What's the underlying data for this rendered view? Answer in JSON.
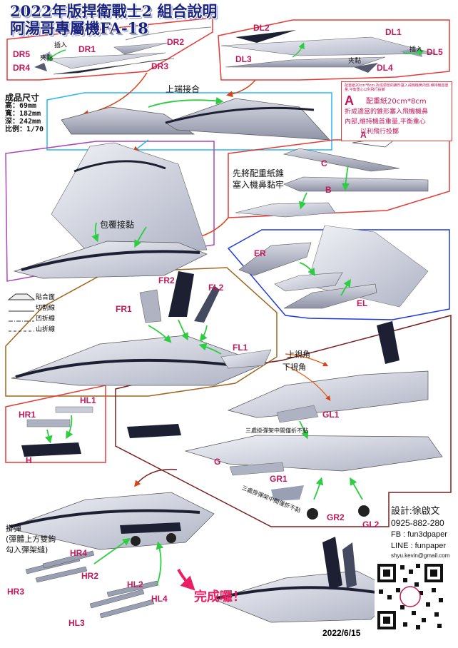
{
  "title": {
    "line1": "2022年版捍衛戰士2 組合說明",
    "line2": "阿湯哥專屬機FA-18"
  },
  "specs": {
    "heading": "成品尺寸",
    "height": "高：69mm",
    "width": "寬：182mm",
    "depth": "深：242mm",
    "scale": "比例：1/70"
  },
  "legend": [
    {
      "text": "貼合面"
    },
    {
      "text": "切割線"
    },
    {
      "text": "凹折線"
    },
    {
      "text": "山折線"
    }
  ],
  "parts": {
    "dr1": "DR1",
    "dr2": "DR2",
    "dr3": "DR3",
    "dr4": "DR4",
    "dr5": "DR5",
    "dl1": "DL1",
    "dl2": "DL2",
    "dl3": "DL3",
    "dl4": "DL4",
    "dl5": "DL5",
    "a": "A",
    "b": "B",
    "c": "C",
    "er": "ER",
    "el": "EL",
    "fr1": "FR1",
    "fr2": "FR2",
    "fl1": "FL1",
    "fl2": "FL2",
    "hr1": "HR1",
    "hl1": "HL1",
    "h": "H",
    "gl1": "GL1",
    "gl2": "GL2",
    "gr1": "GR1",
    "gr2": "GR2",
    "g": "G",
    "hr2": "HR2",
    "hr3": "HR3",
    "hr4": "HR4",
    "hl2": "HL2",
    "hl3": "HL3",
    "hl4": "HL4"
  },
  "notes": {
    "insert_r": "插入",
    "clip_r": "夾黏",
    "insert_l": "插入",
    "clip_l": "夾黏",
    "top_join": "上端接合",
    "wrap_glue": "包覆接黏",
    "weight_1": "先將配重紙錐",
    "weight_2": "塞入機鼻黏牢",
    "view_up": "上視角",
    "view_down": "下視角",
    "pylon_1": "三處掛彈架中間僅折不黏",
    "pylon_2": "三處掛彈架中間僅折不黏",
    "missile_1": "掛彈",
    "missile_2": "(彈體上方雙鉤",
    "missile_3": "勾入彈架縫)",
    "done": "完成囉！",
    "date": "2022/6/15"
  },
  "box_a": {
    "label": "A",
    "small": "配重紙20cm*8cm 折成適當的錐形塞入飛機機鼻內部,維持機首重量,平衡重心以利飛行投擲",
    "line1": "配重紙20cm*8cm",
    "line2": "折成適當的錐形塞入飛機機鼻",
    "line3": "內部,維持機首重量,平衡重心",
    "line4": "以利飛行投擲"
  },
  "credits": {
    "designer": "設計:徐啟文",
    "phone": "0925-882-280",
    "fb": "FB : fun3dpaper",
    "line": "LINE : funpaper",
    "email": "shyu.kevin@gmail.com"
  },
  "colors": {
    "title": "#1a237e",
    "label": "#c2185b",
    "arrow_green": "#2ecc40",
    "frame_red": "#e53935",
    "frame_cyan": "#29b6f6",
    "frame_purple": "#ab47bc",
    "frame_blue": "#1e3adf",
    "frame_brown": "#a0651d",
    "frame_darkred": "#7b1e1e",
    "done": "#e91e63"
  }
}
